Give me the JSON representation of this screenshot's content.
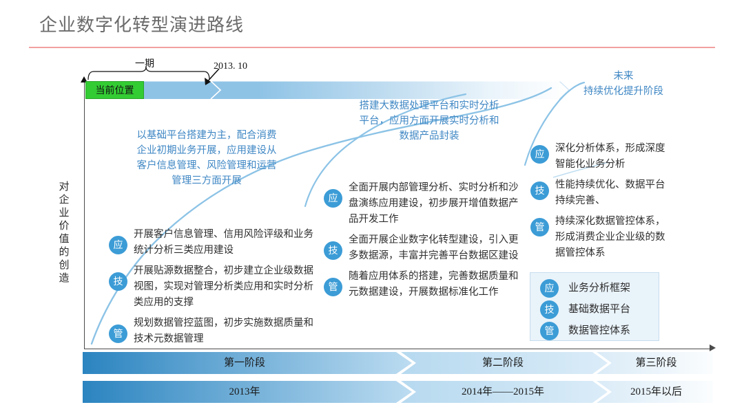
{
  "slide": {
    "title": "企业数字化转型演进路线",
    "accent_rule_color": "#f2a0a0",
    "badge_color": "#3c9cd6",
    "callout_text_color": "#3f87c4",
    "current_marker_color": "#33cc33"
  },
  "axis": {
    "y_label_chars": [
      "对",
      "企",
      "业",
      "价",
      "值",
      "的",
      "创",
      "造"
    ],
    "y_label_text": "对企业价值的创造"
  },
  "timeline": {
    "current_position_label": "当前位置",
    "phase_brace_label": "一期",
    "date_marker": "2013. 10"
  },
  "callouts": [
    {
      "name": "phase-one-callout",
      "lines": [
        "以基础平台搭建为主，配合消费",
        "企业初期业务开展，应用建设从",
        "客户信息管理、风险管理和运营",
        "管理三方面开展"
      ]
    },
    {
      "name": "phase-two-callout",
      "lines": [
        "搭建大数据处理平台和实时分析",
        "平台，应用方面开展实时分析和",
        "数据产品封装"
      ]
    },
    {
      "name": "phase-three-callout",
      "lines": [
        "未来",
        "持续优化提升阶段"
      ]
    }
  ],
  "groups": [
    {
      "name": "stage-one-items",
      "items": [
        {
          "badge": "应",
          "text": "开展客户信息管理、信用风险评级和业务统计分析三类应用建设"
        },
        {
          "badge": "技",
          "text": "开展贴源数据整合，初步建立企业级数据视图，实现对管理分析类应用和实时分析类应用的支撑"
        },
        {
          "badge": "管",
          "text": "规划数据管控蓝图，初步实施数据质量和技术元数据管理"
        }
      ]
    },
    {
      "name": "stage-two-items",
      "items": [
        {
          "badge": "应",
          "text": "全面开展内部管理分析、实时分析和沙盘演练应用建设，初步展开增值数据产品开发工作"
        },
        {
          "badge": "技",
          "text": "全面开展企业数字化转型建设，引入更多数据源，丰富并完善平台数据区建设"
        },
        {
          "badge": "管",
          "text": "随着应用体系的搭建，完善数据质量和元数据建设，开展数据标准化工作"
        }
      ]
    },
    {
      "name": "stage-three-items",
      "items": [
        {
          "badge": "应",
          "text": "深化分析体系，形成深度智能化业务分析"
        },
        {
          "badge": "技",
          "text": "性能持续优化、数据平台持续完善、"
        },
        {
          "badge": "管",
          "text": "持续深化数据管控体系，形成消费企业企业级的数据管控体系"
        }
      ]
    }
  ],
  "legend": {
    "name": "category-legend",
    "items": [
      {
        "badge": "应",
        "label": "业务分析框架"
      },
      {
        "badge": "技",
        "label": "基础数据平台"
      },
      {
        "badge": "管",
        "label": "数据管控体系"
      }
    ]
  },
  "stage_bars": {
    "stage_row": [
      "第一阶段",
      "第二阶段",
      "第三阶段"
    ],
    "year_row": [
      "2013年",
      "2014年——2015年",
      "2015年以后"
    ]
  }
}
